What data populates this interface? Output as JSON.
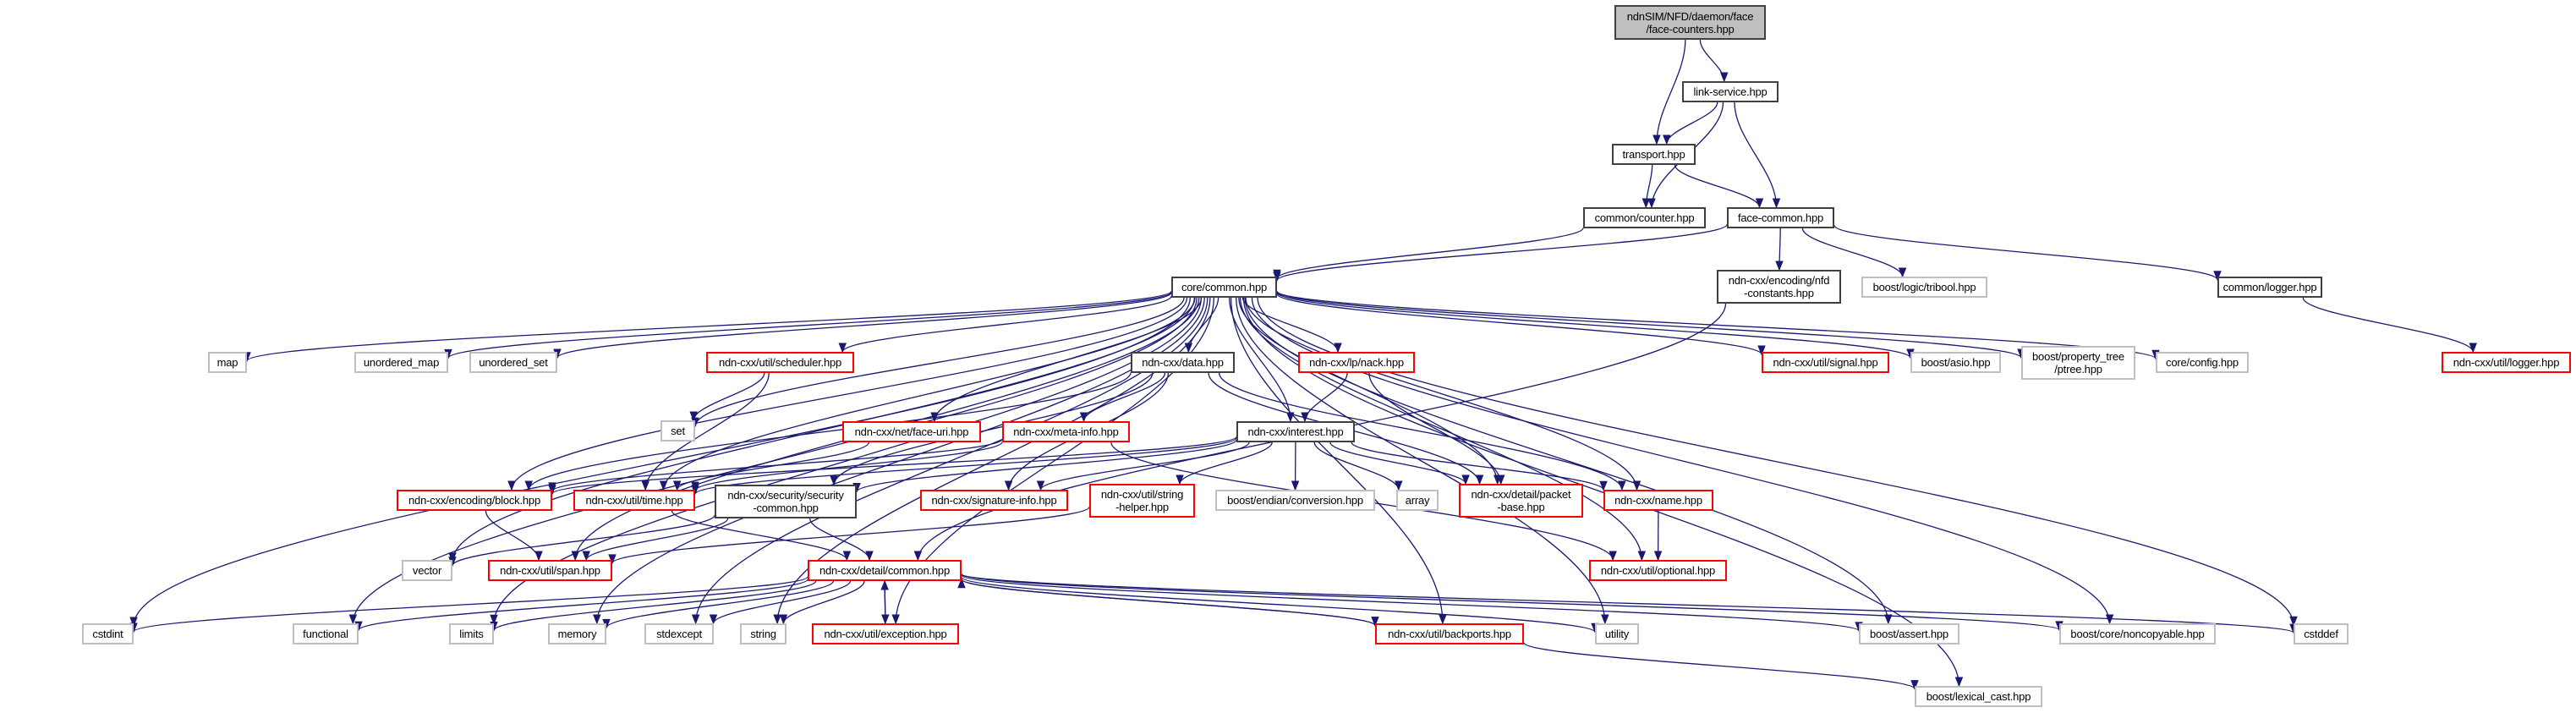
{
  "title": "Include dependency graph for face-counters.hpp",
  "colors": {
    "edge": "#191970",
    "documented_border": "#404040",
    "undocumented_border": "#ff0000",
    "system_border": "#bfbfbf",
    "root_fill": "#bfbfbf"
  },
  "nodes": [
    {
      "id": "face_counters",
      "label": "ndnSIM/NFD/daemon/face\n/face-counters.hpp",
      "kind": "root"
    },
    {
      "id": "link_service",
      "label": "link-service.hpp",
      "kind": "std"
    },
    {
      "id": "transport",
      "label": "transport.hpp",
      "kind": "std"
    },
    {
      "id": "counter",
      "label": "common/counter.hpp",
      "kind": "std"
    },
    {
      "id": "face_common",
      "label": "face-common.hpp",
      "kind": "std"
    },
    {
      "id": "core_common",
      "label": "core/common.hpp",
      "kind": "std"
    },
    {
      "id": "nfd_constants",
      "label": "ndn-cxx/encoding/nfd\n-constants.hpp",
      "kind": "std"
    },
    {
      "id": "tribool",
      "label": "boost/logic/tribool.hpp",
      "kind": "sys"
    },
    {
      "id": "common_logger",
      "label": "common/logger.hpp",
      "kind": "std"
    },
    {
      "id": "util_logger",
      "label": "ndn-cxx/util/logger.hpp",
      "kind": "ext"
    },
    {
      "id": "map",
      "label": "map",
      "kind": "sys"
    },
    {
      "id": "unordered_map",
      "label": "unordered_map",
      "kind": "sys"
    },
    {
      "id": "unordered_set",
      "label": "unordered_set",
      "kind": "sys"
    },
    {
      "id": "scheduler",
      "label": "ndn-cxx/util/scheduler.hpp",
      "kind": "ext"
    },
    {
      "id": "data",
      "label": "ndn-cxx/data.hpp",
      "kind": "std"
    },
    {
      "id": "nack",
      "label": "ndn-cxx/lp/nack.hpp",
      "kind": "ext"
    },
    {
      "id": "signal",
      "label": "ndn-cxx/util/signal.hpp",
      "kind": "ext"
    },
    {
      "id": "asio",
      "label": "boost/asio.hpp",
      "kind": "sys"
    },
    {
      "id": "ptree",
      "label": "boost/property_tree\n/ptree.hpp",
      "kind": "sys"
    },
    {
      "id": "config",
      "label": "core/config.hpp",
      "kind": "sys"
    },
    {
      "id": "set",
      "label": "set",
      "kind": "sys"
    },
    {
      "id": "face_uri",
      "label": "ndn-cxx/net/face-uri.hpp",
      "kind": "ext"
    },
    {
      "id": "meta_info",
      "label": "ndn-cxx/meta-info.hpp",
      "kind": "ext"
    },
    {
      "id": "interest",
      "label": "ndn-cxx/interest.hpp",
      "kind": "std"
    },
    {
      "id": "block",
      "label": "ndn-cxx/encoding/block.hpp",
      "kind": "ext"
    },
    {
      "id": "time",
      "label": "ndn-cxx/util/time.hpp",
      "kind": "ext"
    },
    {
      "id": "security_common",
      "label": "ndn-cxx/security/security\n-common.hpp",
      "kind": "std"
    },
    {
      "id": "signature_info",
      "label": "ndn-cxx/signature-info.hpp",
      "kind": "ext"
    },
    {
      "id": "string_helper",
      "label": "ndn-cxx/util/string\n-helper.hpp",
      "kind": "ext"
    },
    {
      "id": "endian",
      "label": "boost/endian/conversion.hpp",
      "kind": "sys"
    },
    {
      "id": "array",
      "label": "array",
      "kind": "sys"
    },
    {
      "id": "packet_base",
      "label": "ndn-cxx/detail/packet\n-base.hpp",
      "kind": "ext"
    },
    {
      "id": "name",
      "label": "ndn-cxx/name.hpp",
      "kind": "ext"
    },
    {
      "id": "vector",
      "label": "vector",
      "kind": "sys"
    },
    {
      "id": "span",
      "label": "ndn-cxx/util/span.hpp",
      "kind": "ext"
    },
    {
      "id": "detail_common",
      "label": "ndn-cxx/detail/common.hpp",
      "kind": "ext"
    },
    {
      "id": "optional",
      "label": "ndn-cxx/util/optional.hpp",
      "kind": "ext"
    },
    {
      "id": "cstdint",
      "label": "cstdint",
      "kind": "sys"
    },
    {
      "id": "functional",
      "label": "functional",
      "kind": "sys"
    },
    {
      "id": "limits",
      "label": "limits",
      "kind": "sys"
    },
    {
      "id": "memory",
      "label": "memory",
      "kind": "sys"
    },
    {
      "id": "stdexcept",
      "label": "stdexcept",
      "kind": "sys"
    },
    {
      "id": "string",
      "label": "string",
      "kind": "sys"
    },
    {
      "id": "exception",
      "label": "ndn-cxx/util/exception.hpp",
      "kind": "ext"
    },
    {
      "id": "backports",
      "label": "ndn-cxx/util/backports.hpp",
      "kind": "ext"
    },
    {
      "id": "utility",
      "label": "utility",
      "kind": "sys"
    },
    {
      "id": "assert",
      "label": "boost/assert.hpp",
      "kind": "sys"
    },
    {
      "id": "noncopyable",
      "label": "boost/core/noncopyable.hpp",
      "kind": "sys"
    },
    {
      "id": "cstddef",
      "label": "cstddef",
      "kind": "sys"
    },
    {
      "id": "lexical_cast",
      "label": "boost/lexical_cast.hpp",
      "kind": "sys"
    }
  ],
  "edges": [
    [
      "face_counters",
      "transport"
    ],
    [
      "face_counters",
      "link_service"
    ],
    [
      "link_service",
      "transport"
    ],
    [
      "link_service",
      "counter"
    ],
    [
      "link_service",
      "face_common"
    ],
    [
      "transport",
      "counter"
    ],
    [
      "transport",
      "face_common"
    ],
    [
      "counter",
      "core_common"
    ],
    [
      "face_common",
      "core_common"
    ],
    [
      "face_common",
      "nfd_constants"
    ],
    [
      "face_common",
      "tribool"
    ],
    [
      "face_common",
      "common_logger"
    ],
    [
      "common_logger",
      "util_logger"
    ],
    [
      "nfd_constants",
      "detail_common"
    ],
    [
      "core_common",
      "map"
    ],
    [
      "core_common",
      "unordered_map"
    ],
    [
      "core_common",
      "unordered_set"
    ],
    [
      "core_common",
      "scheduler"
    ],
    [
      "core_common",
      "data"
    ],
    [
      "core_common",
      "nack"
    ],
    [
      "core_common",
      "signal"
    ],
    [
      "core_common",
      "asio"
    ],
    [
      "core_common",
      "ptree"
    ],
    [
      "core_common",
      "config"
    ],
    [
      "core_common",
      "set"
    ],
    [
      "core_common",
      "face_uri"
    ],
    [
      "core_common",
      "interest"
    ],
    [
      "core_common",
      "block"
    ],
    [
      "core_common",
      "time"
    ],
    [
      "core_common",
      "name"
    ],
    [
      "core_common",
      "optional"
    ],
    [
      "core_common",
      "vector"
    ],
    [
      "core_common",
      "span"
    ],
    [
      "core_common",
      "cstdint"
    ],
    [
      "core_common",
      "functional"
    ],
    [
      "core_common",
      "limits"
    ],
    [
      "core_common",
      "memory"
    ],
    [
      "core_common",
      "stdexcept"
    ],
    [
      "core_common",
      "string"
    ],
    [
      "core_common",
      "exception"
    ],
    [
      "core_common",
      "backports"
    ],
    [
      "core_common",
      "utility"
    ],
    [
      "core_common",
      "assert"
    ],
    [
      "core_common",
      "noncopyable"
    ],
    [
      "core_common",
      "cstddef"
    ],
    [
      "core_common",
      "lexical_cast"
    ],
    [
      "core_common",
      "packet_base"
    ],
    [
      "scheduler",
      "set"
    ],
    [
      "scheduler",
      "time"
    ],
    [
      "data",
      "meta_info"
    ],
    [
      "data",
      "block"
    ],
    [
      "data",
      "signature_info"
    ],
    [
      "data",
      "security_common"
    ],
    [
      "data",
      "packet_base"
    ],
    [
      "data",
      "name"
    ],
    [
      "nack",
      "interest"
    ],
    [
      "nack",
      "packet_base"
    ],
    [
      "face_uri",
      "time"
    ],
    [
      "meta_info",
      "block"
    ],
    [
      "meta_info",
      "time"
    ],
    [
      "meta_info",
      "optional"
    ],
    [
      "interest",
      "block"
    ],
    [
      "interest",
      "time"
    ],
    [
      "interest",
      "security_common"
    ],
    [
      "interest",
      "signature_info"
    ],
    [
      "interest",
      "string_helper"
    ],
    [
      "interest",
      "endian"
    ],
    [
      "interest",
      "array"
    ],
    [
      "interest",
      "packet_base"
    ],
    [
      "interest",
      "name"
    ],
    [
      "block",
      "span"
    ],
    [
      "time",
      "detail_common"
    ],
    [
      "security_common",
      "vector"
    ],
    [
      "security_common",
      "span"
    ],
    [
      "security_common",
      "detail_common"
    ],
    [
      "string_helper",
      "span"
    ],
    [
      "name",
      "optional"
    ],
    [
      "detail_common",
      "cstdint"
    ],
    [
      "detail_common",
      "functional"
    ],
    [
      "detail_common",
      "limits"
    ],
    [
      "detail_common",
      "memory"
    ],
    [
      "detail_common",
      "stdexcept"
    ],
    [
      "detail_common",
      "string"
    ],
    [
      "detail_common",
      "exception"
    ],
    [
      "detail_common",
      "backports"
    ],
    [
      "detail_common",
      "utility"
    ],
    [
      "detail_common",
      "assert"
    ],
    [
      "detail_common",
      "noncopyable"
    ],
    [
      "detail_common",
      "cstddef"
    ],
    [
      "exception",
      "detail_common"
    ],
    [
      "backports",
      "detail_common"
    ],
    [
      "backports",
      "lexical_cast"
    ]
  ]
}
